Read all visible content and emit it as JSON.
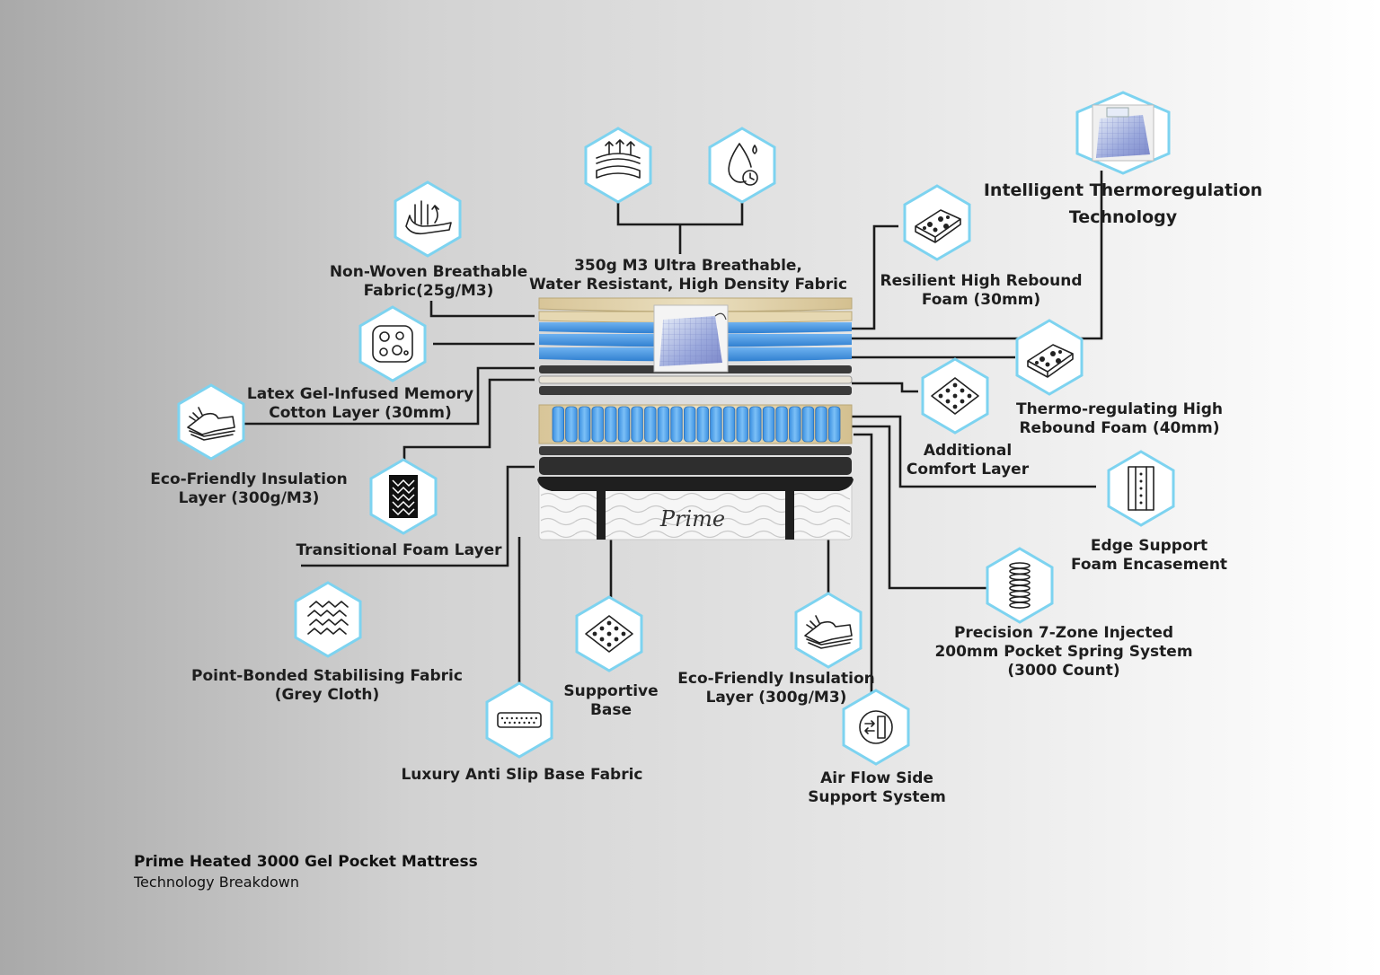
{
  "caption": {
    "title": "Prime Heated 3000 Gel Pocket Mattress",
    "subtitle": "Technology Breakdown"
  },
  "brand": "Prime",
  "colors": {
    "hex_border": "#7dd3f0",
    "foam_blue": "#3d8fdc",
    "spring_blue": "#4aa3ee",
    "fabric_tan": "#e2d3ac"
  },
  "labels": {
    "breathable_fabric": [
      "350g M3 Ultra Breathable,",
      "Water Resistant, High Density Fabric"
    ],
    "non_woven": [
      "Non-Woven Breathable",
      "Fabric(25g/M3)"
    ],
    "latex_gel": [
      "Latex Gel-Infused Memory",
      "Cotton Layer (30mm)"
    ],
    "eco_insulation_left": [
      "Eco-Friendly Insulation",
      "Layer (300g/M3)"
    ],
    "transitional": [
      "Transitional Foam Layer"
    ],
    "point_bonded": [
      "Point-Bonded Stabilising Fabric",
      "(Grey Cloth)"
    ],
    "supportive_base": [
      "Supportive",
      "Base"
    ],
    "anti_slip": [
      "Luxury Anti Slip Base Fabric"
    ],
    "eco_insulation_right": [
      "Eco-Friendly Insulation",
      "Layer (300g/M3)"
    ],
    "air_flow": [
      "Air Flow Side",
      "Support System"
    ],
    "resilient": [
      "Resilient High Rebound",
      "Foam (30mm)"
    ],
    "thermoregulation": [
      "Intelligent Thermoregulation",
      "Technology"
    ],
    "thermo_foam": [
      "Thermo-regulating High",
      "Rebound Foam (40mm)"
    ],
    "additional_comfort": [
      "Additional",
      "Comfort Layer"
    ],
    "edge_support": [
      "Edge Support",
      "Foam Encasement"
    ],
    "pocket_spring": [
      "Precision 7-Zone Injected",
      "200mm Pocket Spring System",
      "(3000 Count)"
    ]
  },
  "icons": [
    "fabric-layers-icon",
    "water-drop-icon",
    "breathable-fabric-icon",
    "foam-block-icon",
    "heated-pad-icon",
    "latex-foam-icon",
    "foam-block-icon",
    "insulation-layer-icon",
    "dot-grid-icon",
    "transitional-foam-icon",
    "side-panel-icon",
    "crosshatch-fabric-icon",
    "coil-spring-icon",
    "dot-grid-icon",
    "insulation-layer-icon",
    "mattress-base-icon",
    "air-flow-icon"
  ]
}
